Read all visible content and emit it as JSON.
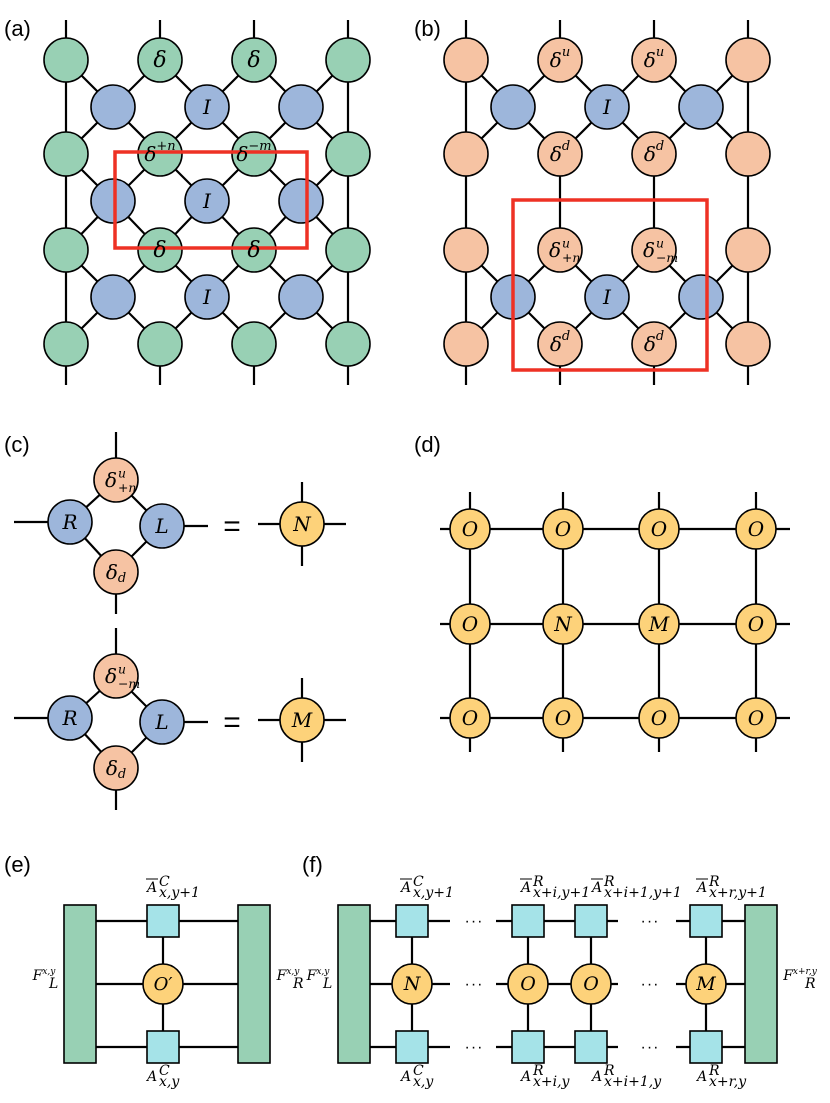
{
  "colors": {
    "green": "#98d0b4",
    "blue": "#9db6db",
    "peach": "#f6c3a3",
    "yellow": "#fdd27a",
    "cyan": "#a5e3e8",
    "green_bar": "#98d0b4",
    "red_box": "#ee3124"
  },
  "panels": {
    "a": "(a)",
    "b": "(b)",
    "c": "(c)",
    "d": "(d)",
    "e": "(e)",
    "f": "(f)"
  },
  "a": {
    "delta": "δ",
    "I": "I",
    "delta_plus_n": "δ",
    "delta_plus_n_sup": "+n",
    "delta_minus_m": "δ",
    "delta_minus_m_sup": "−m"
  },
  "b": {
    "delta": "δ",
    "u": "u",
    "d": "d",
    "I": "I",
    "plus_n": "+n",
    "minus_m": "−m"
  },
  "c": {
    "R": "R",
    "L": "L",
    "delta": "δ",
    "u": "u",
    "d": "d",
    "plus_n": "+n",
    "minus_m": "−m",
    "equals": "=",
    "N": "N",
    "M": "M"
  },
  "d": {
    "O": "O",
    "N": "N",
    "M": "M"
  },
  "e": {
    "FL": "F",
    "FL_sub": "L",
    "FL_sup": "x,y",
    "FR": "F",
    "FR_sub": "R",
    "FR_sup": "x,y",
    "Abar": "A",
    "Abar_sup": "C",
    "Abar_sub": "x,y+1",
    "A": "A",
    "A_sup": "C",
    "A_sub": "x,y",
    "Oprime": "O′"
  },
  "f": {
    "FL": "F",
    "FL_sub": "L",
    "FL_sup": "x,y",
    "FR": "F",
    "FR_sub": "R",
    "FR_sup": "x+r,y",
    "N": "N",
    "O": "O",
    "M": "M",
    "dots": "···",
    "top": [
      {
        "base": "A",
        "sup": "C",
        "sub": "x,y+1"
      },
      {
        "base": "A",
        "sup": "R",
        "sub": "x+i,y+1"
      },
      {
        "base": "A",
        "sup": "R",
        "sub": "x+i+1,y+1"
      },
      {
        "base": "A",
        "sup": "R",
        "sub": "x+r,y+1"
      }
    ],
    "bottom": [
      {
        "base": "A",
        "sup": "C",
        "sub": "x,y"
      },
      {
        "base": "A",
        "sup": "R",
        "sub": "x+i,y"
      },
      {
        "base": "A",
        "sup": "R",
        "sub": "x+i+1,y"
      },
      {
        "base": "A",
        "sup": "R",
        "sub": "x+r,y"
      }
    ]
  }
}
